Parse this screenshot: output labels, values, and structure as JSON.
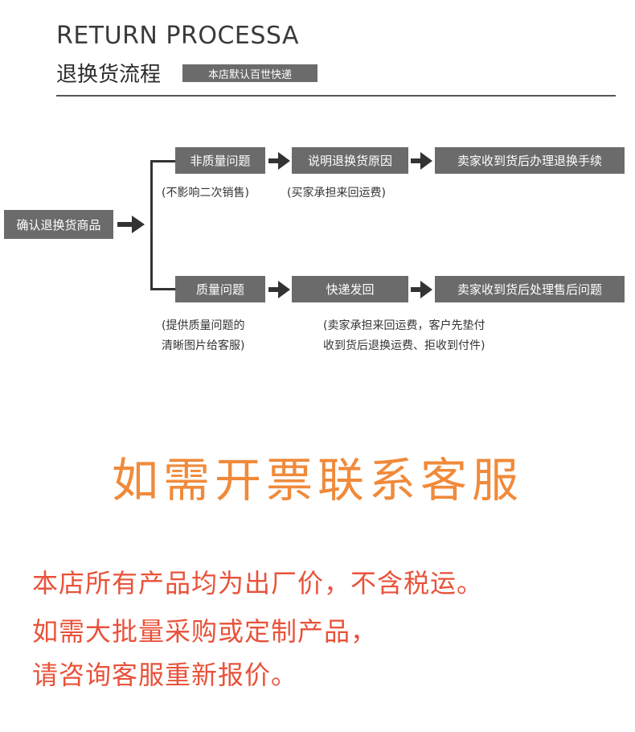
{
  "header": {
    "title_en": "RETURN PROCESSA",
    "title_cn": "退换货流程",
    "tag": "本店默认百世快递"
  },
  "flow": {
    "start": "确认退换货商品",
    "top_row": {
      "step1": "非质量问题",
      "step2": "说明退换货原因",
      "step3": "卖家收到货后办理退换手续",
      "note1": "(不影响二次销售)",
      "note2": "(买家承担来回运费)"
    },
    "bottom_row": {
      "step1": "质量问题",
      "step2": "快递发回",
      "step3": "卖家收到货后处理售后问题",
      "note1_line1": "(提供质量问题的",
      "note1_line2": "清晰图片给客服)",
      "note2_line1": "(卖家承担来回运费，客户先垫付",
      "note2_line2": "收到货后退换运费、拒收到付件)"
    }
  },
  "invoice_notice": "如需开票联系客服",
  "info": {
    "line1": "本店所有产品均为出厂价，不含税运。",
    "line2": "如需大批量采购或定制产品，",
    "line3": "请咨询客服重新报价。"
  },
  "colors": {
    "box_bg": "#6b6b6b",
    "invoice": "#f08a3a",
    "info": "#e8523a"
  }
}
